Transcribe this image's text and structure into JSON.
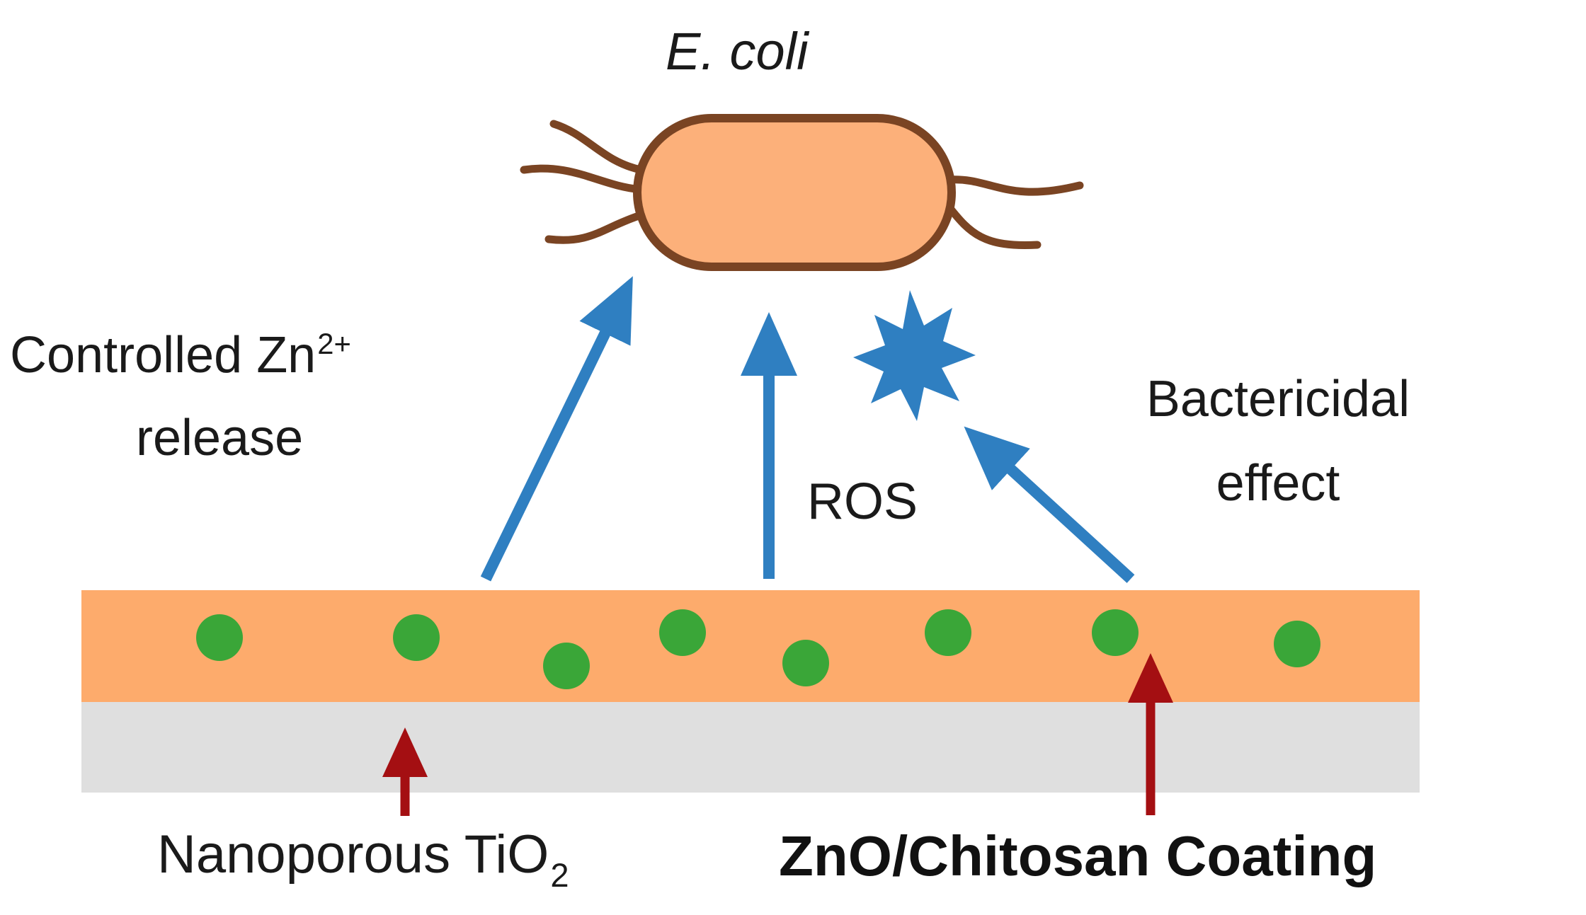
{
  "organism": {
    "label": "E. coli"
  },
  "annotations": {
    "zn_release": {
      "text": "Controlled Zn",
      "superscript": "2+",
      "line2": "release"
    },
    "ros": {
      "text": "ROS"
    },
    "bactericidal": {
      "line1": "Bactericidal",
      "line2": "effect"
    }
  },
  "layers": {
    "substrate": {
      "text": "Nanoporous TiO",
      "subscript": "2"
    },
    "coating": {
      "text": "ZnO/Chitosan Coating"
    }
  },
  "colors": {
    "cell_fill": "#fcb07a",
    "cell_outline": "#7a4423",
    "coating_fill": "#fdab6c",
    "substrate_fill": "#dfdfdf",
    "particle": "#3aa638",
    "arrow_blue": "#2f7fc1",
    "arrow_red": "#a40f12"
  }
}
